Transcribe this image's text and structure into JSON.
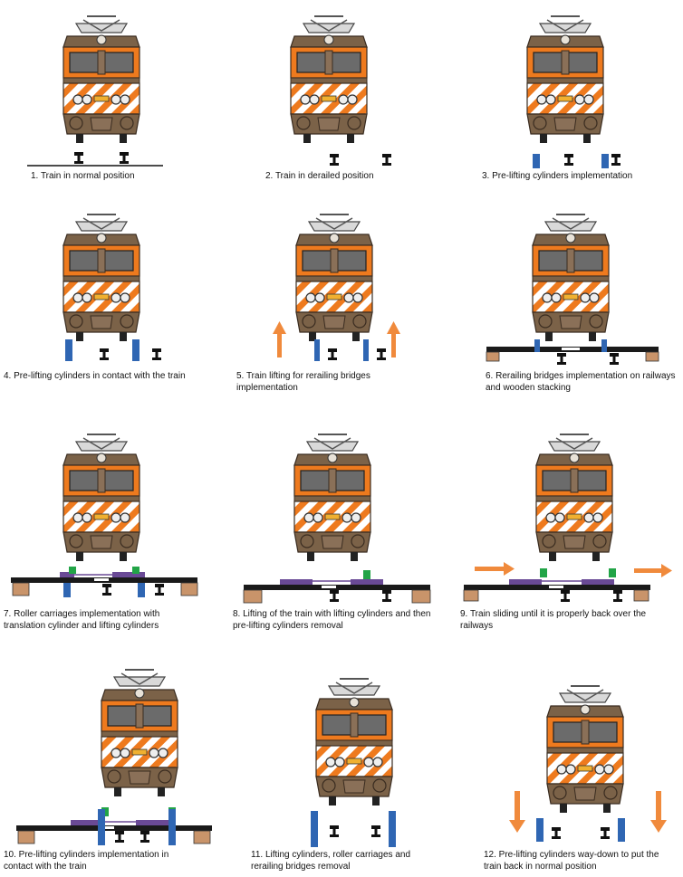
{
  "steps": [
    {
      "text": "1. Train in normal position"
    },
    {
      "text": "2. Train in derailed position"
    },
    {
      "text": "3. Pre-lifting cylinders implementation"
    },
    {
      "text": "4. Pre-lifting cylinders in contact with the train"
    },
    {
      "text": "5. Train lifting for rerailing bridges implementation"
    },
    {
      "text": "6. Rerailing bridges implementation on railways and wooden stacking"
    },
    {
      "text": "7. Roller carriages implementation with translation cylinder and lifting cylinders"
    },
    {
      "text": "8. Lifting of the train with lifting cylinders and then  pre-lifting cylinders removal"
    },
    {
      "text": "9. Train sliding until it is properly back over the railways"
    },
    {
      "text": "10. Pre-lifting cylinders implementation in contact with the train"
    },
    {
      "text": "11. Lifting cylinders, roller carriages and rerailing bridges removal"
    },
    {
      "text": "12. Pre-lifting cylinders way-down to put the train back in normal position"
    }
  ],
  "colors": {
    "body_orange": "#ee7a1e",
    "body_brown": "#7b6248",
    "stripe_white": "#ffffff",
    "cylinder_blue": "#2f66b3",
    "carriage_green": "#22a447",
    "carriage_purple": "#6a4a96",
    "bridge_black": "#1a1a1a",
    "wood_tan": "#c9946a",
    "arrow_orange": "#f08a3c"
  }
}
